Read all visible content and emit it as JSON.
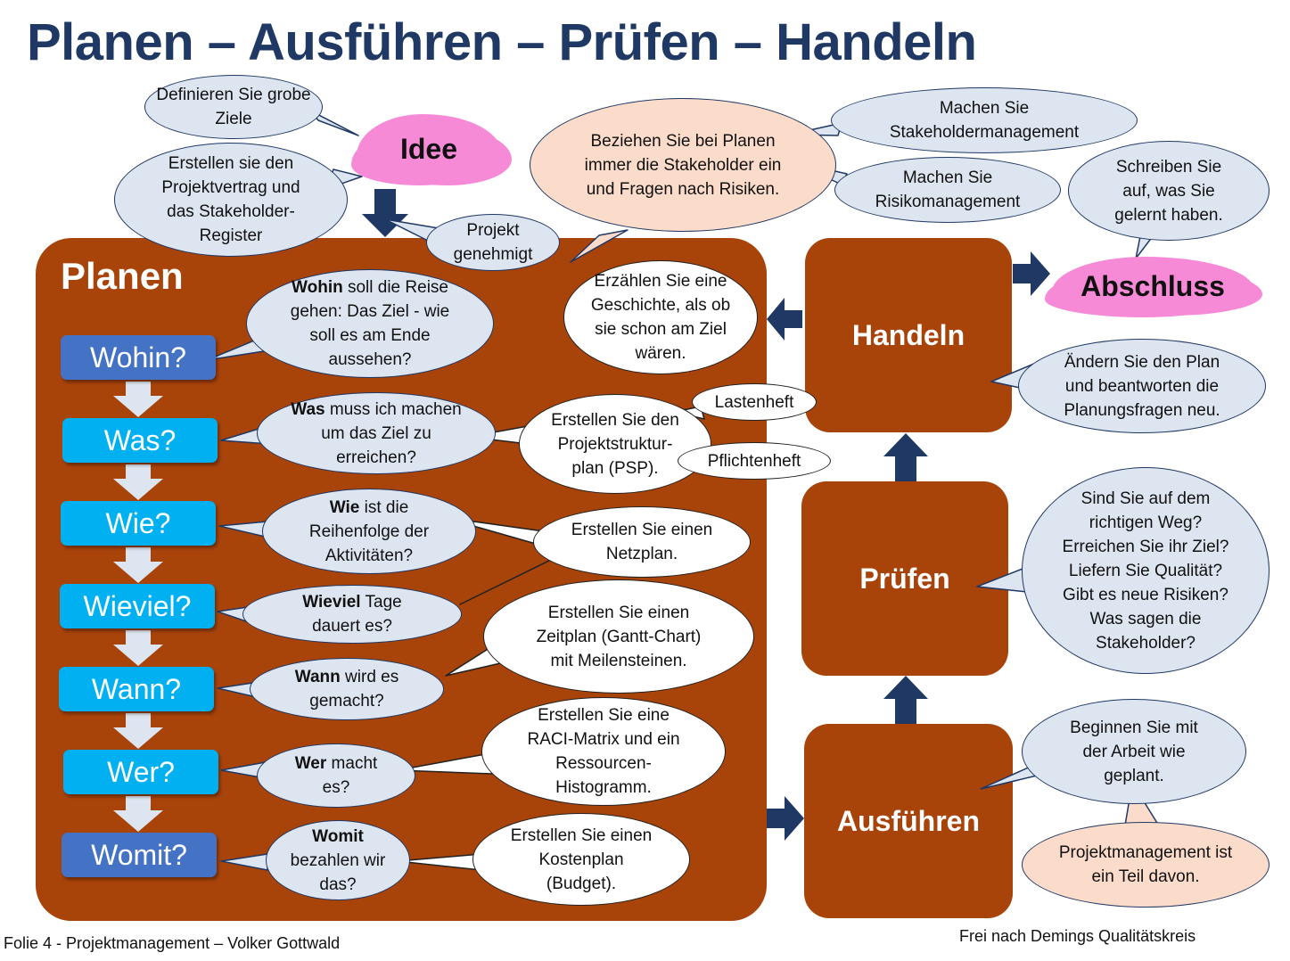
{
  "title": "Planen – Ausführen – Prüfen – Handeln",
  "colors": {
    "title": "#1f3864",
    "panel": "#a8430a",
    "button_blue": "#4472c4",
    "button_cyan": "#00b0f0",
    "arrow_dark": "#1f3864",
    "arrow_light": "#dde5f0",
    "cloud_pink": "#f78ad7",
    "bubble_blue": "#dde5f0",
    "bubble_peach": "#fbdccb"
  },
  "clouds": {
    "idee": "Idee",
    "abschluss": "Abschluss"
  },
  "boxes": {
    "planen": "Planen",
    "handeln": "Handeln",
    "pruefen": "Prüfen",
    "ausfuehren": "Ausführen"
  },
  "questions": [
    {
      "label": "Wohin?",
      "color": "#4472c4"
    },
    {
      "label": "Was?",
      "color": "#00b0f0"
    },
    {
      "label": "Wie?",
      "color": "#00b0f0"
    },
    {
      "label": "Wieviel?",
      "color": "#00b0f0"
    },
    {
      "label": "Wann?",
      "color": "#00b0f0"
    },
    {
      "label": "Wer?",
      "color": "#00b0f0"
    },
    {
      "label": "Womit?",
      "color": "#4472c4"
    }
  ],
  "question_bubbles": [
    {
      "bold": "Wohin",
      "rest": " soll die Reise gehen: Das Ziel - wie soll es am Ende aussehen?"
    },
    {
      "bold": "Was",
      "rest": " muss ich machen um das Ziel zu erreichen?"
    },
    {
      "bold": "Wie",
      "rest": " ist die Reihenfolge der Aktivitäten?"
    },
    {
      "bold": "Wieviel",
      "rest": " Tage dauert es?"
    },
    {
      "bold": "Wann",
      "rest": " wird es gemacht?"
    },
    {
      "bold": "Wer",
      "rest": " macht es?"
    },
    {
      "bold": "Womit",
      "rest": " bezahlen wir das?"
    }
  ],
  "answer_bubbles": [
    "Erzählen Sie eine Geschichte, als ob sie schon am Ziel wären.",
    "Erstellen Sie den Projektstruktur-plan (PSP).",
    "Erstellen Sie einen Netzplan.",
    "Erstellen Sie einen Zeitplan (Gantt-Chart) mit Meilensteinen.",
    "Erstellen Sie eine RACI-Matrix und ein Ressourcen-Histogramm.",
    "Erstellen Sie einen Kostenplan (Budget)."
  ],
  "small_labels": {
    "lastenheft": "Lastenheft",
    "pflichtenheft": "Pflichtenheft",
    "projekt_genehmigt": "Projekt genehmigt"
  },
  "top_bubbles": {
    "ziele": "Definieren Sie grobe Ziele",
    "vertrag": "Erstellen sie den Projektvertrag und das Stakeholder-Register",
    "stakeholder_risiken": "Beziehen Sie bei Planen immer die Stakeholder ein und Fragen nach Risiken.",
    "stakeholdermanagement": "Machen Sie Stakeholdermanagement",
    "risikomanagement": "Machen Sie Risikomanagement",
    "gelernt": "Schreiben Sie auf, was Sie gelernt haben."
  },
  "right_bubbles": {
    "handeln": "Ändern Sie den Plan und beantworten die Planungsfragen neu.",
    "pruefen": "Sind Sie auf dem richtigen Weg? Erreichen Sie ihr Ziel? Liefern Sie Qualität? Gibt es neue Risiken? Was sagen die Stakeholder?",
    "ausfuehren": "Beginnen Sie mit der Arbeit wie geplant.",
    "projektmanagement": "Projektmanagement ist ein Teil davon."
  },
  "footer": {
    "left": "Folie 4 - Projektmanagement – Volker Gottwald",
    "right": "Frei nach Demings Qualitätskreis"
  }
}
